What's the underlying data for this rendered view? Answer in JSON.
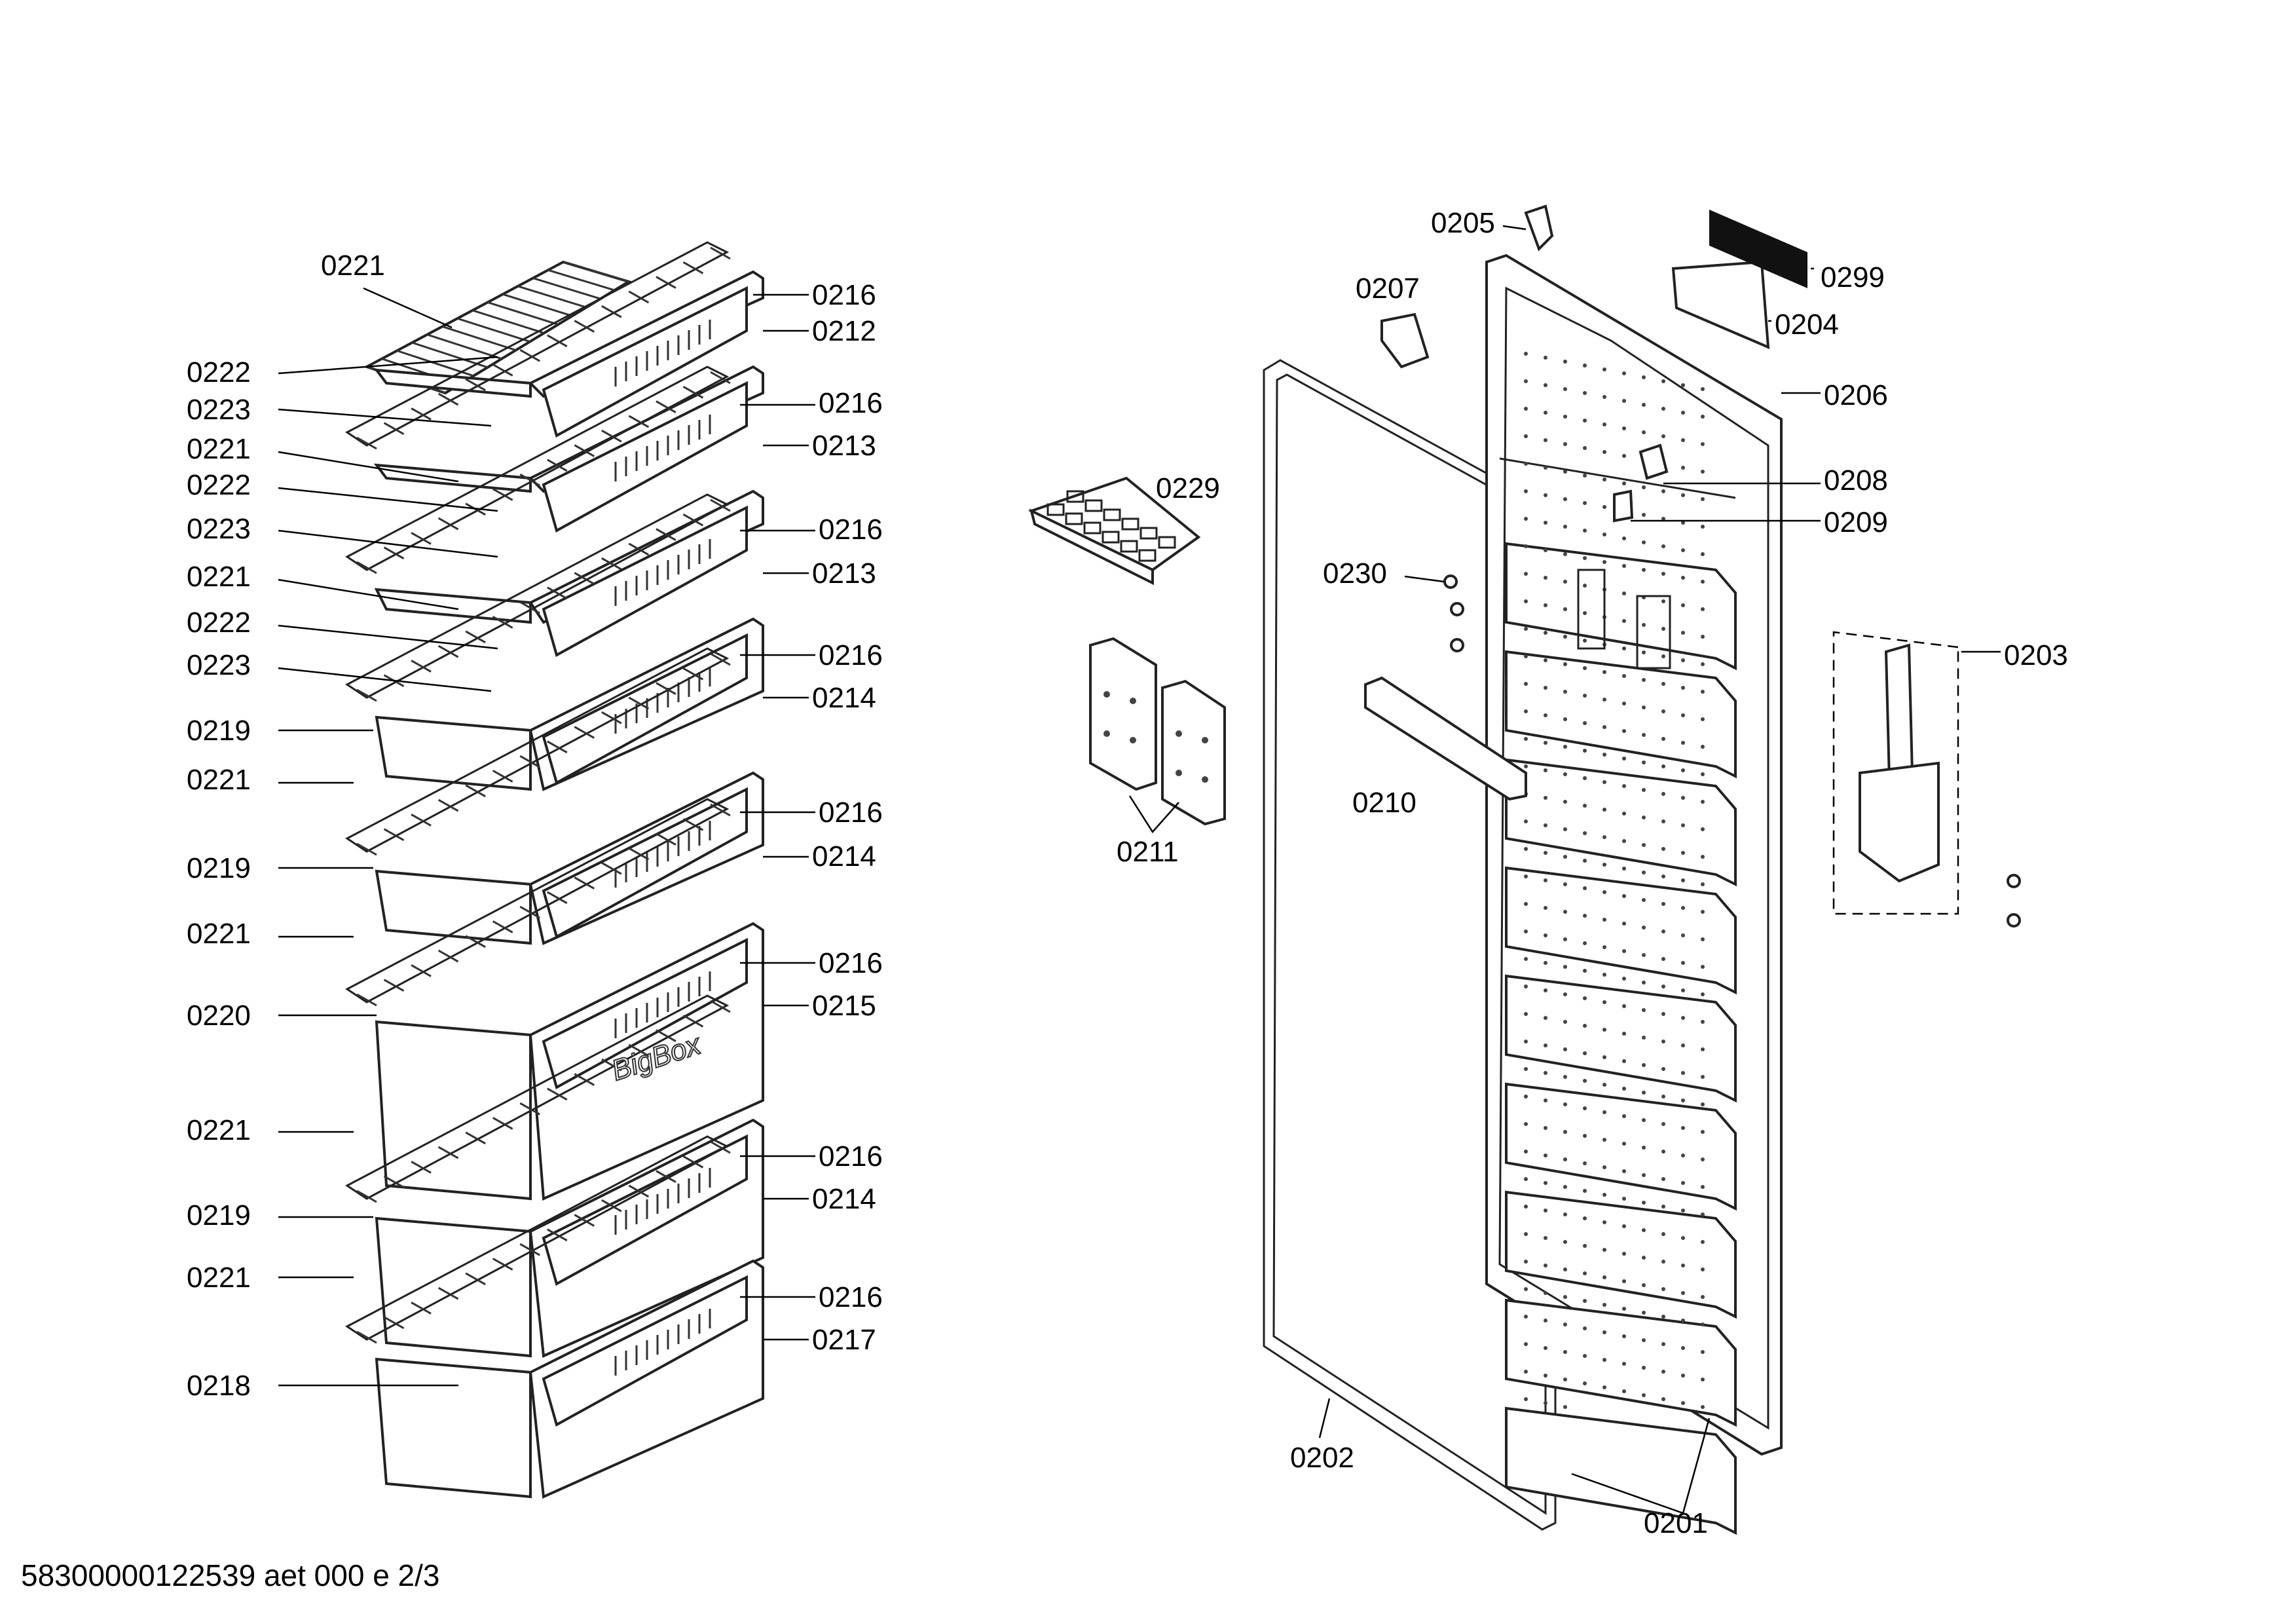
{
  "labels": {
    "left": [
      "0221",
      "0222",
      "0223",
      "0221",
      "0222",
      "0223",
      "0221",
      "0222",
      "0223",
      "0219",
      "0221",
      "0219",
      "0221",
      "0220",
      "0221",
      "0219",
      "0221",
      "0218"
    ],
    "right_drawers": [
      "0216",
      "0212",
      "0216",
      "0213",
      "0216",
      "0213",
      "0216",
      "0214",
      "0216",
      "0214",
      "0216",
      "0215",
      "0216",
      "0214",
      "0216",
      "0217"
    ],
    "door": [
      "0205",
      "0207",
      "0299",
      "0204",
      "0206",
      "0208",
      "0209",
      "0229",
      "0230",
      "0203",
      "0210",
      "0211",
      "0202",
      "0201"
    ]
  },
  "bigbox_text": "BigBox",
  "footer": "58300000122539 aet 000 e 2/3"
}
